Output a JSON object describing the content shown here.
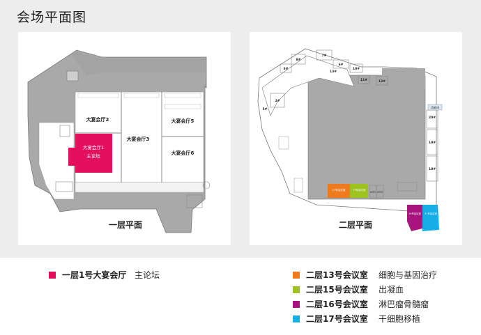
{
  "title": "会场平面图",
  "floor1": {
    "label": "一层平面",
    "halls": [
      "大宴会厅2",
      "大宴会厅3",
      "大宴会厅5",
      "大宴会厅6"
    ],
    "main_hall": {
      "name": "大宴会厅1",
      "sub": "主论坛",
      "color": "#e4105e"
    }
  },
  "floor2": {
    "label": "二层平面",
    "rooms": {
      "r2": "2#",
      "r3": "3#",
      "r5": "5#",
      "r6": "6#",
      "r7": "7#",
      "r8": "8#",
      "r10": "10#",
      "r11": "11#",
      "r12": "12#",
      "r13": "13#",
      "r19": "19#",
      "r20": "20#",
      "r18": "18#",
      "vip1": "VIP1",
      "vip2": "VIP2"
    },
    "small_label": "功能间",
    "colored": {
      "c13": "13号会议室\n细胞与基因治疗",
      "c15": "15号会议室\n出凝血",
      "c16": "16号会议室\n淋巴瘤骨髓瘤",
      "c17": "17号会议室\n干细胞移植"
    }
  },
  "legend": {
    "left": [
      {
        "room": "一层1号大宴会厅",
        "topic": "主论坛",
        "color": "#e4105e"
      }
    ],
    "right": [
      {
        "room": "二层13号会议室",
        "topic": "细胞与基因治疗",
        "color": "#ee7c1e"
      },
      {
        "room": "二层15号会议室",
        "topic": "出凝血",
        "color": "#9ec21e"
      },
      {
        "room": "二层16号会议室",
        "topic": "淋巴瘤骨髓瘤",
        "color": "#a8147e"
      },
      {
        "room": "二层17号会议室",
        "topic": "干细胞移植",
        "color": "#16aee6"
      }
    ]
  }
}
